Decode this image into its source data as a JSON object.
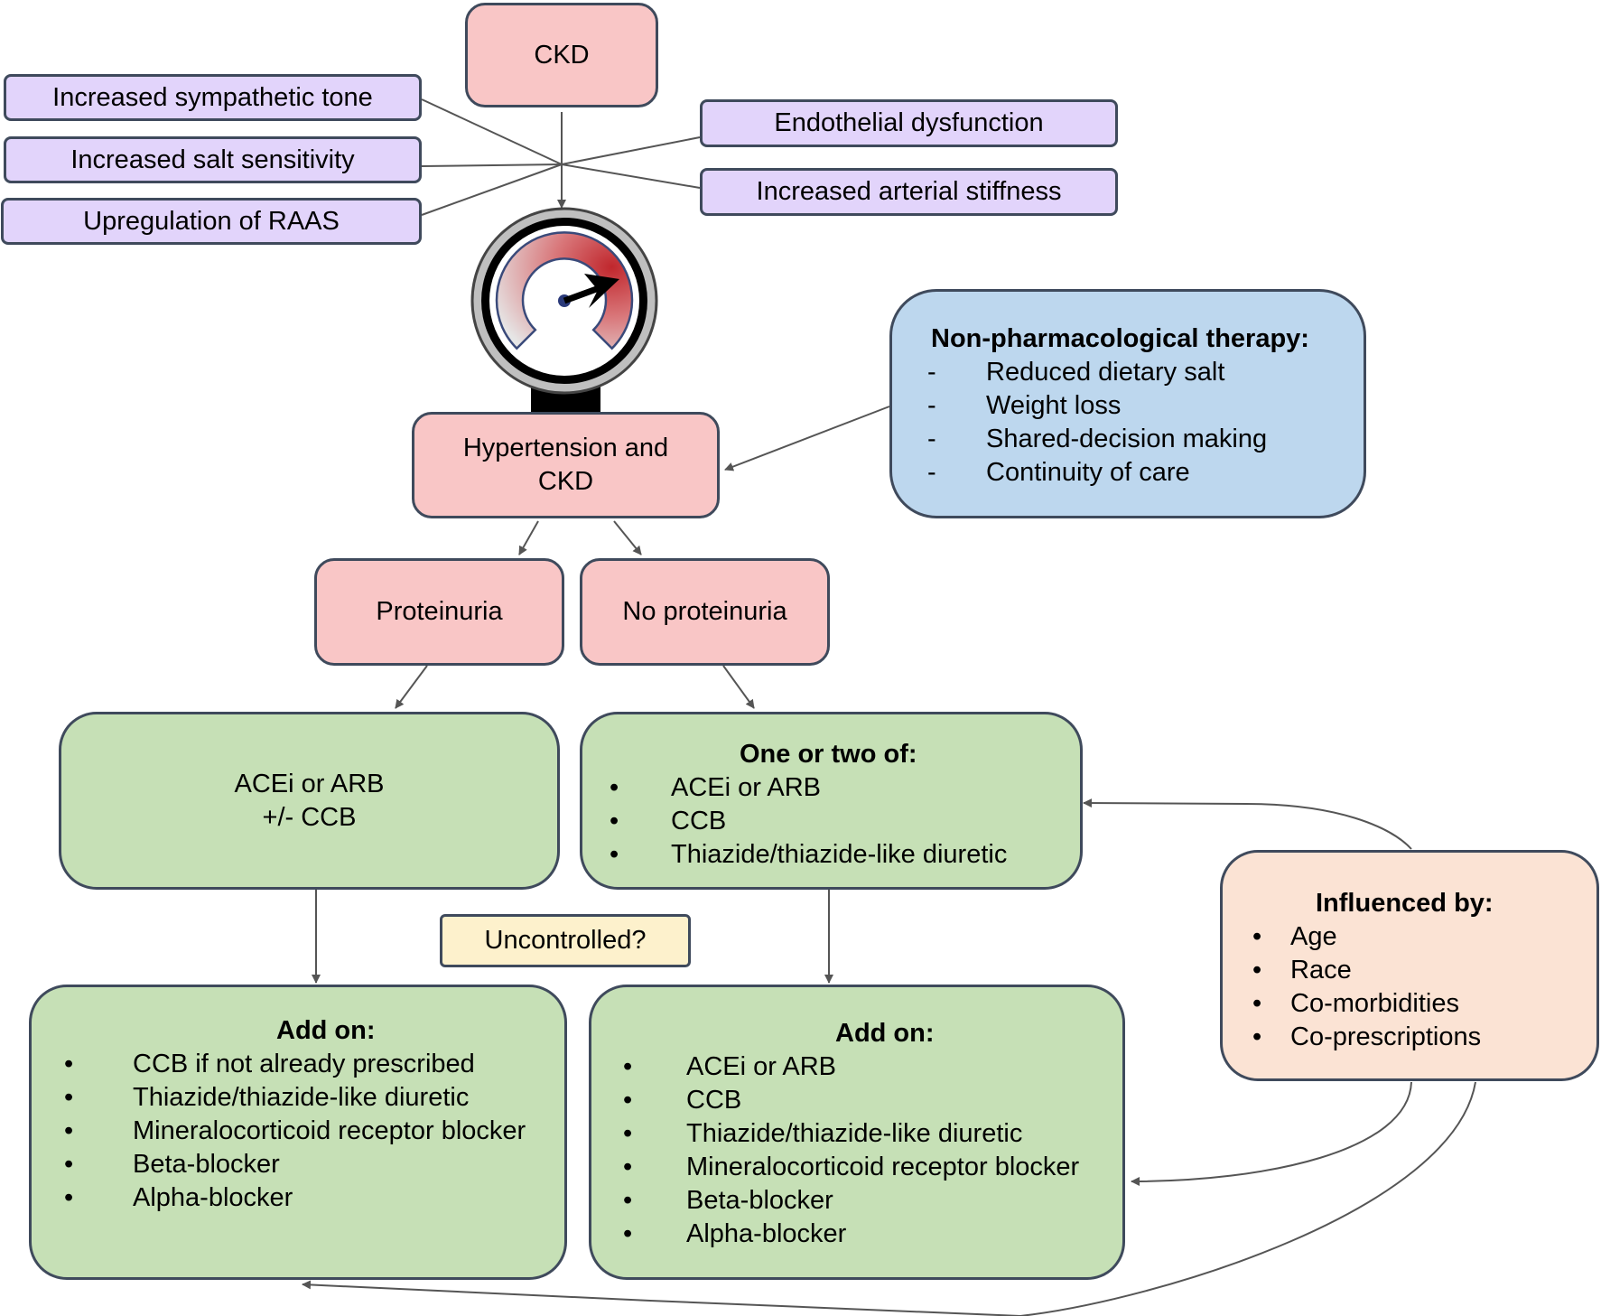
{
  "nodes": {
    "ckd": "CKD",
    "mechanisms_left": [
      "Increased sympathetic tone",
      "Increased salt sensitivity",
      "Upregulation of RAAS"
    ],
    "mechanisms_right": [
      "Endothelial dysfunction",
      "Increased arterial stiffness"
    ],
    "htn_ckd": [
      "Hypertension and",
      "CKD"
    ],
    "nonpharm": {
      "title": "Non-pharmacological therapy:",
      "items": [
        "Reduced dietary salt",
        "Weight loss",
        "Shared-decision making",
        "Continuity of care"
      ]
    },
    "proteinuria": "Proteinuria",
    "no_proteinuria": "No proteinuria",
    "acei_left": [
      "ACEi or ARB",
      "+/- CCB"
    ],
    "one_or_two": {
      "title": "One or two of:",
      "items": [
        "ACEi or ARB",
        "CCB",
        "Thiazide/thiazide-like diuretic"
      ]
    },
    "uncontrolled": "Uncontrolled?",
    "addon_left": {
      "title": "Add on:",
      "items": [
        "CCB if not already prescribed",
        "Thiazide/thiazide-like diuretic",
        "Mineralocorticoid receptor blocker",
        "Beta-blocker",
        "Alpha-blocker"
      ]
    },
    "addon_right": {
      "title": "Add on:",
      "items": [
        "ACEi or ARB",
        "CCB",
        "Thiazide/thiazide-like diuretic",
        "Mineralocorticoid receptor blocker",
        "Beta-blocker",
        "Alpha-blocker"
      ]
    },
    "influenced": {
      "title": "Influenced by:",
      "items": [
        "Age",
        "Race",
        "Co-morbidities",
        "Co-prescriptions"
      ]
    }
  },
  "markers": {
    "dash": "-",
    "bullet": "•"
  },
  "icons": {
    "gauge": "pressure-gauge-icon"
  },
  "colors": {
    "pink": "#f9c6c6",
    "purple": "#e2d4fb",
    "green": "#c6e0b6",
    "blue": "#bdd7ee",
    "peach": "#fbe3d4",
    "yellow": "#fdf1cc",
    "border": "#3f4a5c",
    "gauge_red": "#c0272d"
  }
}
